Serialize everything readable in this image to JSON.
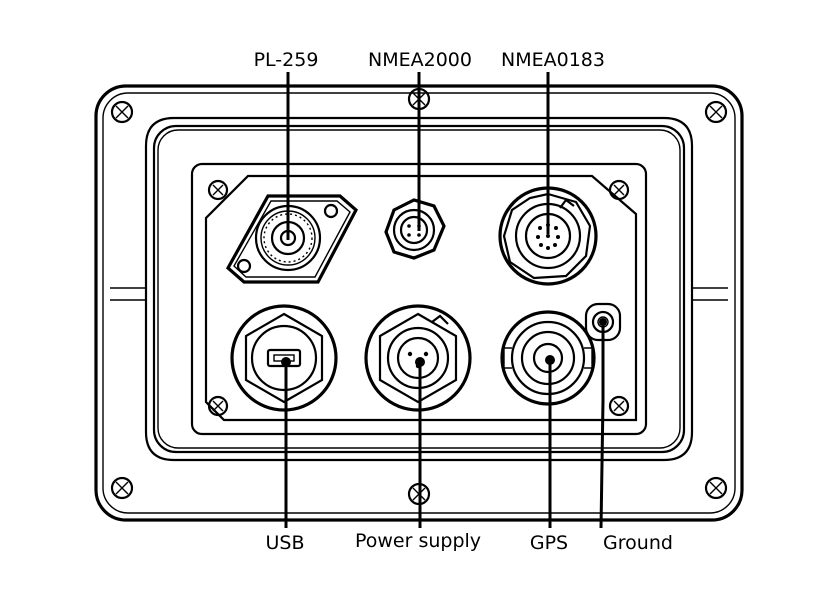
{
  "labels": {
    "pl259": "PL-259",
    "nmea2000": "NMEA2000",
    "nmea0183": "NMEA0183",
    "usb": "USB",
    "power_supply": "Power supply",
    "gps": "GPS",
    "ground": "Ground"
  },
  "colors": {
    "line": "#000000",
    "background": "#ffffff"
  }
}
